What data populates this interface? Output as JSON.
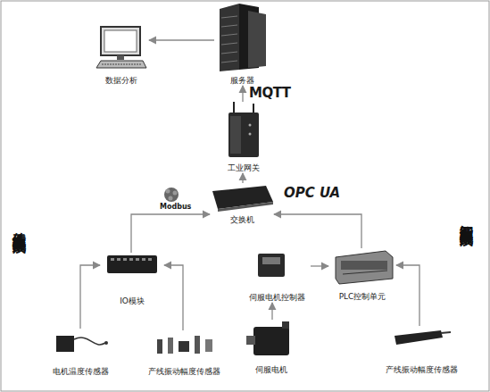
{
  "diagram": {
    "nodes": [
      {
        "text": [
          "数据分析"
        ]
      },
      {
        "text": [
          "服务器"
        ]
      },
      {
        "text": [
          "工业网关"
        ]
      },
      {
        "text": [
          "交换机"
        ]
      },
      {
        "text": [
          "IO模块"
        ]
      },
      {
        "text": [
          "伺服电机控制器"
        ]
      },
      {
        "text": [
          "PLC控制单元"
        ]
      },
      {
        "text": [
          "电机温度传感器"
        ]
      },
      {
        "text": [
          "产线振动幅度传感器"
        ]
      },
      {
        "text": [
          "伺服电机"
        ]
      },
      {
        "text": [
          "产线振动幅度传感器"
        ]
      }
    ],
    "edges": [
      {
        "from": 1,
        "to": 0,
        "arrow": "to"
      },
      {
        "from": 2,
        "to": 1,
        "label": "MQTT",
        "arrow": "to"
      },
      {
        "from": 3,
        "to": 2,
        "arrow": "to"
      },
      {
        "from": 4,
        "to": 3,
        "label": "Modbus",
        "arrow": "to"
      },
      {
        "from": 6,
        "to": 3,
        "label": "OPC UA",
        "arrow": "to"
      },
      {
        "from": 5,
        "to": 6,
        "arrow": "to"
      },
      {
        "from": 9,
        "to": 5,
        "arrow": "to"
      },
      {
        "from": 7,
        "to": 4,
        "arrow": "to"
      },
      {
        "from": 8,
        "to": 4,
        "arrow": "to"
      },
      {
        "from": 10,
        "to": 6,
        "arrow": "to"
      }
    ],
    "labels": [
      "传统工业车间装配产线",
      "智能工业车间装配产线"
    ]
  }
}
